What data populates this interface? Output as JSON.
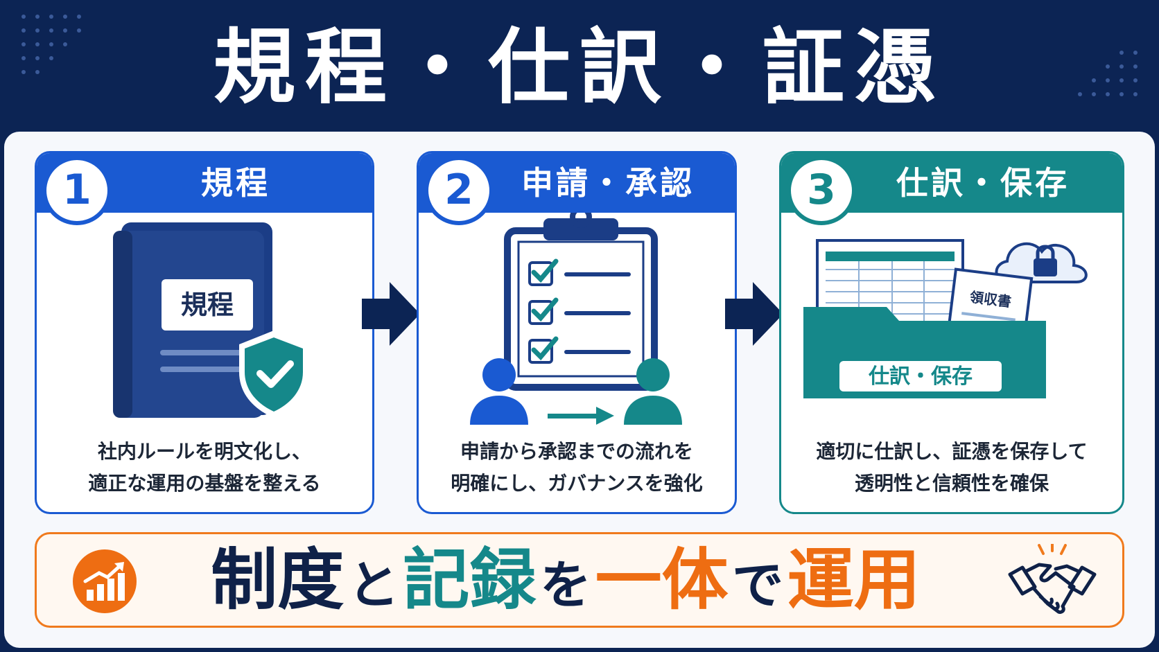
{
  "header": {
    "title": "規程・仕訳・証憑"
  },
  "steps": [
    {
      "number": "1",
      "title": "規程",
      "book_label": "規程",
      "description_lines": [
        "社内ルールを明文化し、",
        "適正な運用の基盤を整える"
      ]
    },
    {
      "number": "2",
      "title": "申請・承認",
      "description_lines": [
        "申請から承認までの流れを",
        "明確にし、ガバナンスを強化"
      ]
    },
    {
      "number": "3",
      "title": "仕訳・保存",
      "receipt_label": "領収書",
      "folder_label": "仕訳・保存",
      "description_lines": [
        "適切に仕訳し、証憑を保存して",
        "透明性と信頼性を確保"
      ]
    }
  ],
  "slogan": {
    "part1": "制度",
    "part2": "と",
    "part3": "記録",
    "part4": "を",
    "part5": "一体",
    "part6": "で",
    "part7": "運用"
  },
  "colors": {
    "navy": "#0c2454",
    "blue": "#1a5ad2",
    "teal": "#15888a",
    "orange": "#ee6d12"
  },
  "icons": {
    "step1": "rulebook-with-shield-icon",
    "step2": "clipboard-checklist-icon",
    "step3": "folder-with-documents-icon",
    "slogan_left": "growth-chart-icon",
    "slogan_right": "handshake-icon"
  }
}
